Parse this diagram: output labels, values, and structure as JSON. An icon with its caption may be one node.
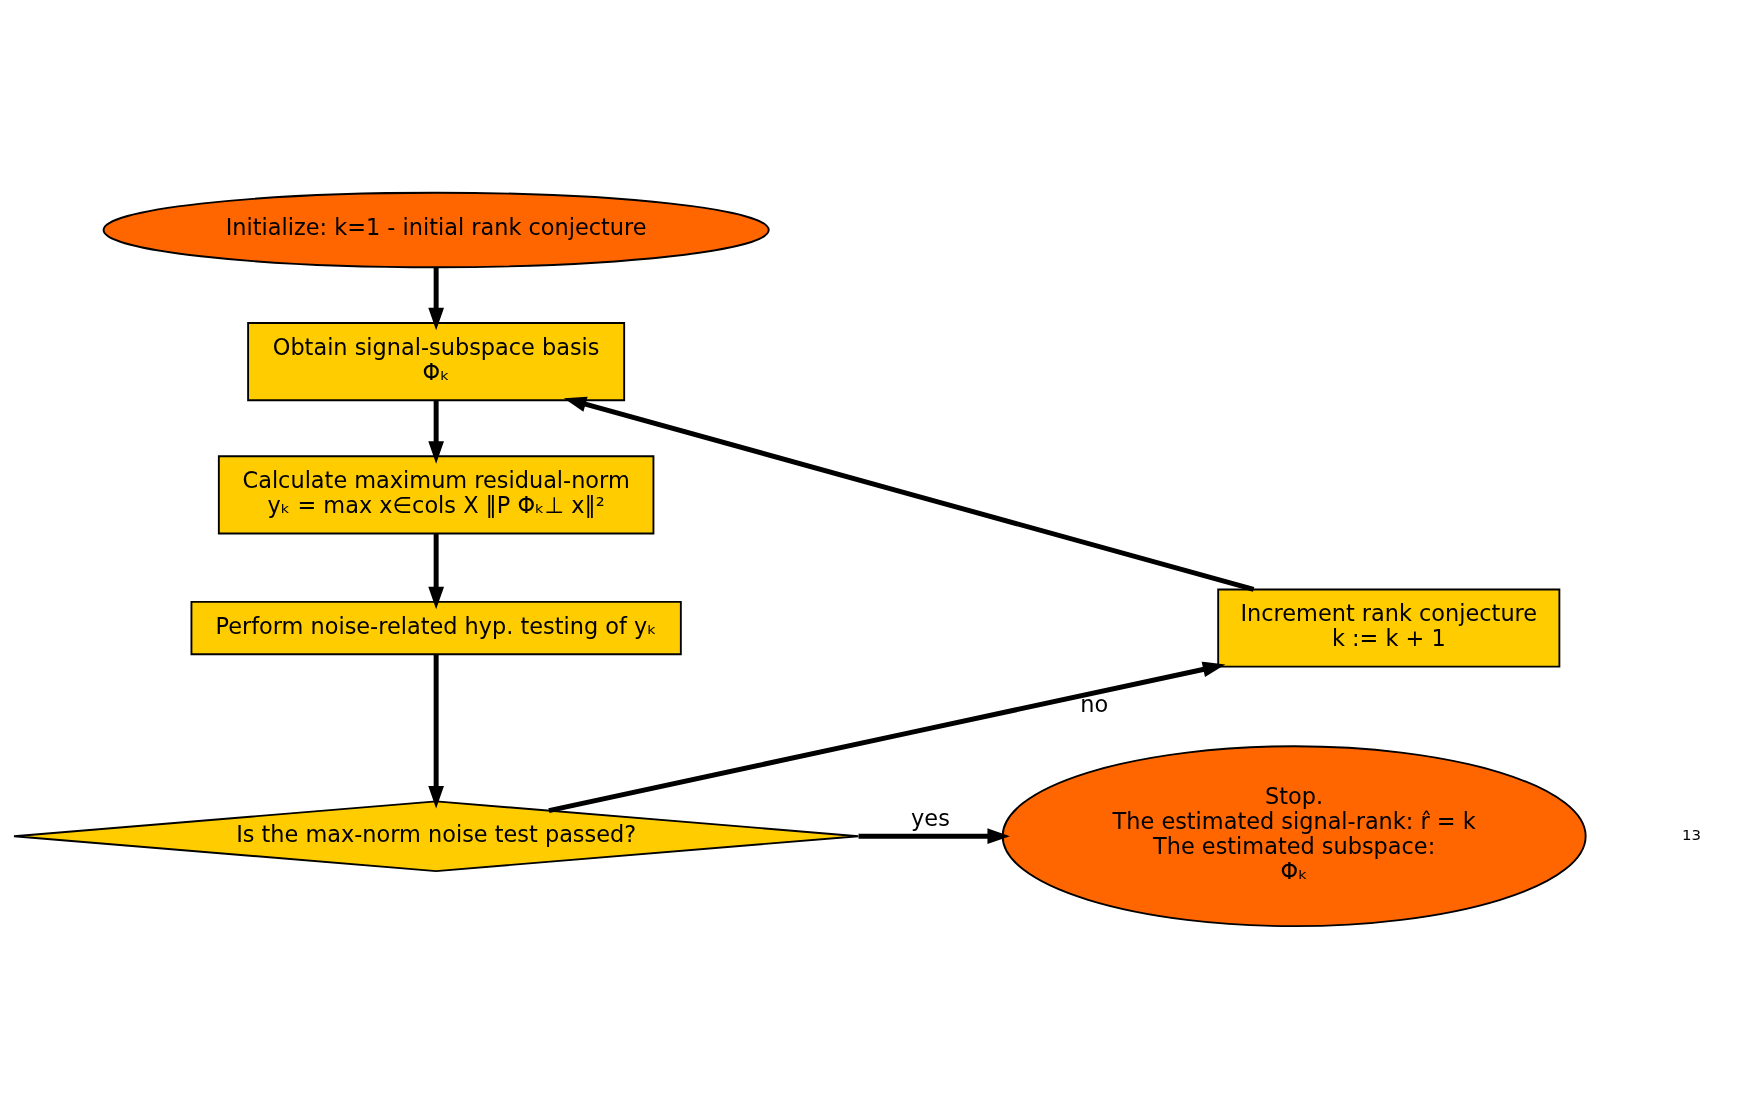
{
  "diagram": {
    "nodes": [
      {
        "text": [
          "Initialize: k=1 - initial rank conjecture"
        ]
      },
      {
        "text": [
          "Obtain signal-subspace basis",
          "Φₖ"
        ]
      },
      {
        "text": [
          "Calculate maximum residual-norm",
          "yₖ = max x∈cols X ‖P Φₖ⊥ x‖²"
        ]
      },
      {
        "text": [
          "Perform noise-related hyp. testing of yₖ"
        ]
      },
      {
        "text": [
          "Is the max-norm noise test passed?"
        ]
      },
      {
        "text": [
          "Stop.",
          "The estimated signal-rank: r̂ = k",
          "The estimated subspace:",
          "Φₖ"
        ]
      },
      {
        "text": [
          "Increment rank conjecture",
          "k := k + 1"
        ]
      }
    ],
    "edges": [
      {
        "from": 0,
        "to": 1,
        "arrow": "to"
      },
      {
        "from": 1,
        "to": 2,
        "arrow": "to"
      },
      {
        "from": 2,
        "to": 3,
        "arrow": "to"
      },
      {
        "from": 3,
        "to": 4,
        "arrow": "to"
      },
      {
        "from": 4,
        "to": 5,
        "arrow": "to",
        "label": "yes"
      },
      {
        "from": 4,
        "to": 6,
        "arrow": "to",
        "label": "no"
      },
      {
        "from": 6,
        "to": 1,
        "arrow": "to"
      }
    ],
    "labels": [
      "13"
    ]
  }
}
